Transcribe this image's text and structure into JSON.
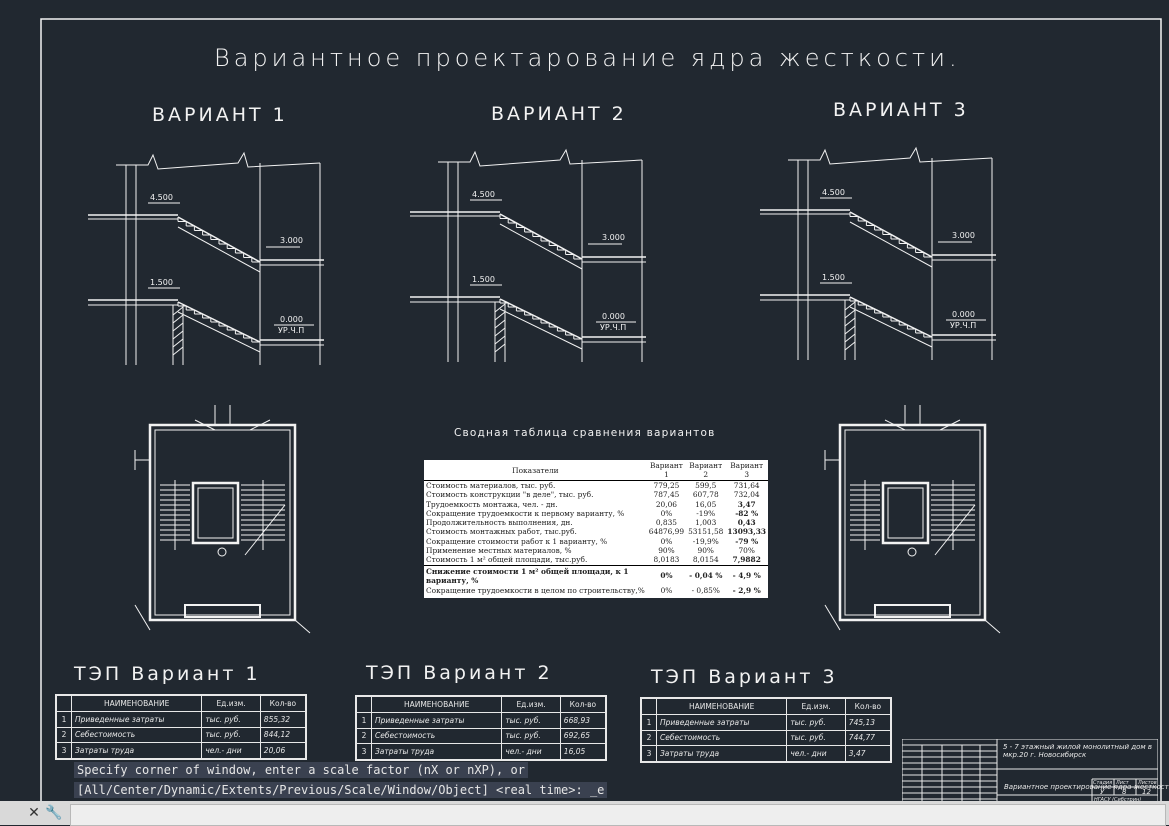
{
  "drawing": {
    "main_title": "Вариантное проектарование ядра жесткости.",
    "variants": [
      {
        "title": "ВАРИАНТ 1",
        "elev_top": "4.500",
        "elev_mid": "3.000",
        "elev_low": "1.500",
        "elev_zero": "0.000",
        "elev_zero_label": "УР.Ч.П"
      },
      {
        "title": "ВАРИАНТ 2",
        "elev_top": "4.500",
        "elev_mid": "3.000",
        "elev_low": "1.500",
        "elev_zero": "0.000",
        "elev_zero_label": "УР.Ч.П"
      },
      {
        "title": "ВАРИАНТ 3",
        "elev_top": "4.500",
        "elev_mid": "3.000",
        "elev_low": "1.500",
        "elev_zero": "0.000",
        "elev_zero_label": "УР.Ч.П"
      }
    ]
  },
  "summary": {
    "title": "Сводная таблица сравнения вариантов",
    "header": [
      "Показатели",
      "Вариант 1",
      "Вариант 2",
      "Вариант 3"
    ],
    "rows": [
      [
        "Стоимость материалов, тыс. руб.",
        "779,25",
        "599,5",
        "731,64"
      ],
      [
        "Стоимость конструкции \"в деле\", тыс. руб.",
        "787,45",
        "607,78",
        "732,04"
      ],
      [
        "Трудоемкость монтажа, чел. - дн.",
        "20,06",
        "16,05",
        "3,47"
      ],
      [
        "Сокращение трудоемкости к первому варианту, %",
        "0%",
        "-19%",
        "-82 %"
      ],
      [
        "Продолжительность выполнения, дн.",
        "0,835",
        "1,003",
        "0,43"
      ],
      [
        "Стоимость монтажных работ, тыс.руб.",
        "64876,99",
        "53151,58",
        "13093,33"
      ],
      [
        "Сокращение стоимости работ к 1 варианту, %",
        "0%",
        "-19,9%",
        "-79 %"
      ],
      [
        "Применение местных материалов, %",
        "90%",
        "90%",
        "70%"
      ],
      [
        "Стоимость 1 м² общей площади, тыс.руб.",
        "8,0183",
        "8,0154",
        "7,9882"
      ],
      [
        "Снижение стоимости 1 м² общей площади, к 1 варианту, %",
        "0%",
        "- 0,04 %",
        "- 4,9 %"
      ],
      [
        "Сокращение трудоемкости в целом по строительству,%",
        "0%",
        "- 0,85%",
        "- 2,9 %"
      ]
    ]
  },
  "tep": [
    {
      "title": "ТЭП Вариант 1",
      "header": [
        "НАИМЕНОВАНИЕ",
        "Ед.изм.",
        "Кол-во"
      ],
      "rows": [
        [
          "1",
          "Приведенные затраты",
          "тыс. руб.",
          "855,32"
        ],
        [
          "2",
          "Себестоимость",
          "тыс. руб.",
          "844,12"
        ],
        [
          "3",
          "Затраты труда",
          "чел.- дни",
          "20,06"
        ]
      ]
    },
    {
      "title": "ТЭП Вариант 2",
      "header": [
        "НАИМЕНОВАНИЕ",
        "Ед.изм.",
        "Кол-во"
      ],
      "rows": [
        [
          "1",
          "Приведенные затраты",
          "тыс. руб.",
          "668,93"
        ],
        [
          "2",
          "Себестоимость",
          "тыс. руб.",
          "692,65"
        ],
        [
          "3",
          "Затраты труда",
          "чел.- дни",
          "16,05"
        ]
      ]
    },
    {
      "title": "ТЭП Вариант 3",
      "header": [
        "НАИМЕНОВАНИЕ",
        "Ед.изм.",
        "Кол-во"
      ],
      "rows": [
        [
          "1",
          "Приведенные затраты",
          "тыс. руб.",
          "745,13"
        ],
        [
          "2",
          "Себестоимость",
          "тыс. руб.",
          "744,77"
        ],
        [
          "3",
          "Затраты труда",
          "чел.- дни",
          "3,47"
        ]
      ]
    }
  ],
  "stamp": {
    "project": "5 - 7 этажный жилой монолитный дом в мкр.20 г. Новосибирск",
    "stage": "У",
    "sheet": "8",
    "sheets": "12",
    "sheet_title": "Вариантное проектирование ядра жесткости",
    "org": "НГАСУ (Сибстрин) кафедра строительного производства",
    "col_stage": "Стадия",
    "col_sheet": "Лист",
    "col_sheets": "Листов"
  },
  "command": {
    "prompt_line1": "Specify corner of window, enter a scale factor (nX or nXP), or",
    "prompt_line2": "[All/Center/Dynamic/Extents/Previous/Scale/Window/Object] <real time>: _e",
    "input_value": ""
  },
  "colors": {
    "background": "#212830",
    "lines": "#f2f2f2",
    "cmd_bar": "#d9d9d9"
  }
}
